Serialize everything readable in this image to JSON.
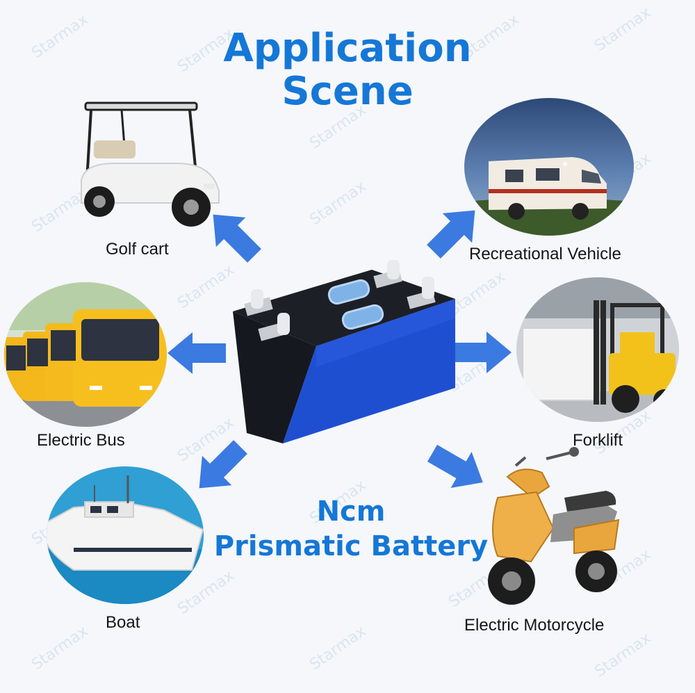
{
  "title": {
    "line1": "Application",
    "line2": "Scene"
  },
  "product": {
    "line1": "Ncm",
    "line2": "Prismatic Battery"
  },
  "watermark": "Starmax",
  "scenes": [
    {
      "id": "golf-cart",
      "label": "Golf cart",
      "icon": "golf-cart-icon"
    },
    {
      "id": "recreational-vehicle",
      "label": "Recreational Vehicle",
      "icon": "rv-icon"
    },
    {
      "id": "electric-bus",
      "label": "Electric Bus",
      "icon": "bus-icon"
    },
    {
      "id": "forklift",
      "label": "Forklift",
      "icon": "forklift-icon"
    },
    {
      "id": "boat",
      "label": "Boat",
      "icon": "boat-icon"
    },
    {
      "id": "electric-motorcycle",
      "label": "Electric Motorcycle",
      "icon": "motorcycle-icon"
    }
  ],
  "colors": {
    "accent": "#1577d6",
    "arrow": "#3b7ae0",
    "battery": "#1f4fd1",
    "label": "#151515"
  }
}
